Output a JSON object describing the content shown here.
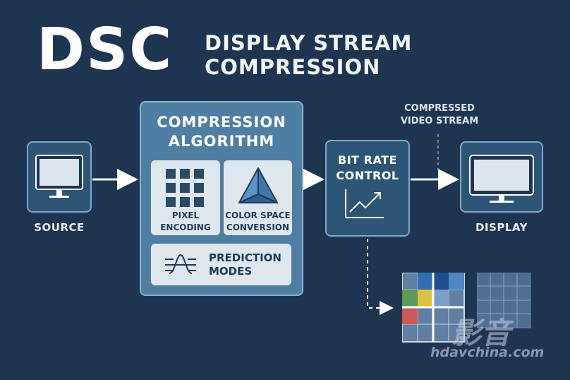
{
  "header": {
    "logo": "DSC",
    "subtitle_line1": "DISPLAY STREAM",
    "subtitle_line2": "COMPRESSION"
  },
  "source": {
    "label": "SOURCE",
    "icon": "monitor-icon"
  },
  "algorithm": {
    "title_line1": "COMPRESSION",
    "title_line2": "ALGORITHM",
    "pixel_encoding": {
      "line1": "PIXEL",
      "line2": "ENCODING",
      "icon": "pixel-grid-icon"
    },
    "color_space": {
      "line1": "COLOR SPACE",
      "line2": "CONVERSION",
      "icon": "pyramid-icon"
    },
    "prediction": {
      "line1": "PREDICTION",
      "line2": "MODES",
      "icon": "prediction-waveform-icon"
    }
  },
  "bit_rate_control": {
    "line1": "BIT RATE",
    "line2": "CONTROL",
    "icon": "trend-chart-icon"
  },
  "stream_label": {
    "line1": "COMPRESSED",
    "line2": "VIDEO STREAM"
  },
  "display": {
    "label": "DISPLAY",
    "icon": "monitor-icon"
  },
  "slice_colors": [
    "#2f6fb4",
    "#1f4f8f",
    "#5b9a5a",
    "#e0c040",
    "#c85a5a",
    "#4f86c0",
    "#7aa0c8"
  ],
  "watermark": {
    "zh": "影音",
    "en": "hdavchina.com"
  },
  "colors": {
    "background": "#1d3550",
    "panel": "#2d5576",
    "algo": "#4f7ea3",
    "card": "#dfe7ee"
  }
}
